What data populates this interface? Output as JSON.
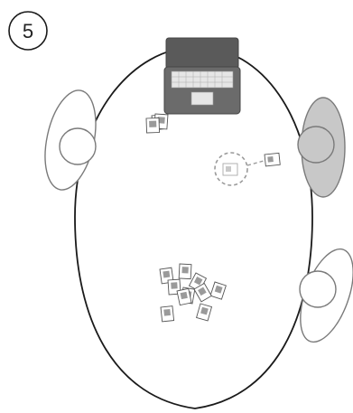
{
  "figure": {
    "step_number": "5",
    "colors": {
      "table_stroke": "#1a1a1a",
      "person_stroke": "#7a7a7a",
      "person_fill_light": "#ffffff",
      "person_fill_highlight": "#c8c8c8",
      "laptop_body": "#6b6b6b",
      "laptop_screen": "#5a5a5a",
      "keyboard": "#e6e6e6",
      "card_stroke": "#555555",
      "card_fill": "#ffffff",
      "card_photo": "#9a9a9a",
      "selection_ring": "#9a9a9a"
    },
    "elements": {
      "table": "oval-table",
      "laptop": "laptop-icon",
      "people": [
        "person-left",
        "person-right-highlighted",
        "person-bottom-right"
      ],
      "card_groups": [
        "small-card-stack-top",
        "selected-card-pair",
        "scattered-card-pile"
      ]
    }
  }
}
